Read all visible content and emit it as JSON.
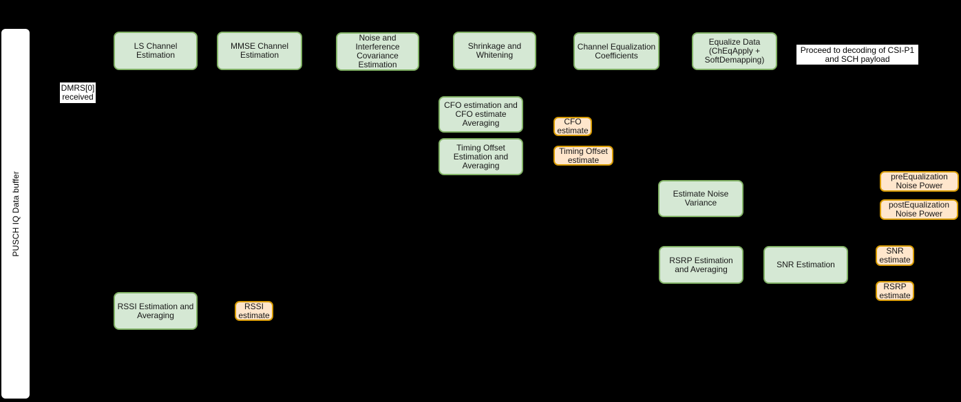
{
  "colors": {
    "background": "#000000",
    "process_fill": "#d5e8d4",
    "process_border": "#82b366",
    "output_fill": "#ffe6cc",
    "output_border": "#d79b00",
    "label_background": "#ffffff",
    "text": "#161616"
  },
  "buffer": {
    "label": "PUSCH IQ Data buffer"
  },
  "nodes": {
    "dmrs_received": {
      "type": "label",
      "label": "DMRS[0]\nreceived"
    },
    "ls_channel": {
      "type": "process",
      "label": "LS Channel\nEstimation"
    },
    "mmse_channel": {
      "type": "process",
      "label": "MMSE Channel\nEstimation"
    },
    "noise_cov": {
      "type": "process",
      "label": "Noise and\nInterference\nCovariance\nEstimation"
    },
    "shrinkage": {
      "type": "process",
      "label": "Shrinkage and\nWhitening"
    },
    "chan_eq_coef": {
      "type": "process",
      "label": "Channel Equalization\nCoefficients"
    },
    "equalize_data": {
      "type": "process",
      "label": "Equalize Data\n(ChEqApply +\nSoftDemapping)"
    },
    "proceed": {
      "type": "label",
      "label": "Proceed to decoding of CSI-P1\nand SCH payload"
    },
    "cfo_estimation": {
      "type": "process",
      "label": "CFO estimation and\nCFO estimate\nAveraging"
    },
    "timing_estimation": {
      "type": "process",
      "label": "Timing Offset\nEstimation and\nAveraging"
    },
    "cfo_estimate": {
      "type": "output",
      "label": "CFO\nestimate"
    },
    "timing_estimate": {
      "type": "output",
      "label": "Timing Offset\nestimate"
    },
    "noise_variance": {
      "type": "process",
      "label": "Estimate Noise\nVariance"
    },
    "pre_eq_noise": {
      "type": "output",
      "label": "preEqualization\nNoise Power"
    },
    "post_eq_noise": {
      "type": "output",
      "label": "postEqualization\nNoise Power"
    },
    "rsrp_estimation": {
      "type": "process",
      "label": "RSRP Estimation\nand Averaging"
    },
    "snr_estimation": {
      "type": "process",
      "label": "SNR Estimation"
    },
    "snr_estimate": {
      "type": "output",
      "label": "SNR\nestimate"
    },
    "rsrp_estimate": {
      "type": "output",
      "label": "RSRP\nestimate"
    },
    "rssi_estimation": {
      "type": "process",
      "label": "RSSI Estimation and\nAveraging"
    },
    "rssi_estimate": {
      "type": "output",
      "label": "RSSI\nestimate"
    }
  }
}
